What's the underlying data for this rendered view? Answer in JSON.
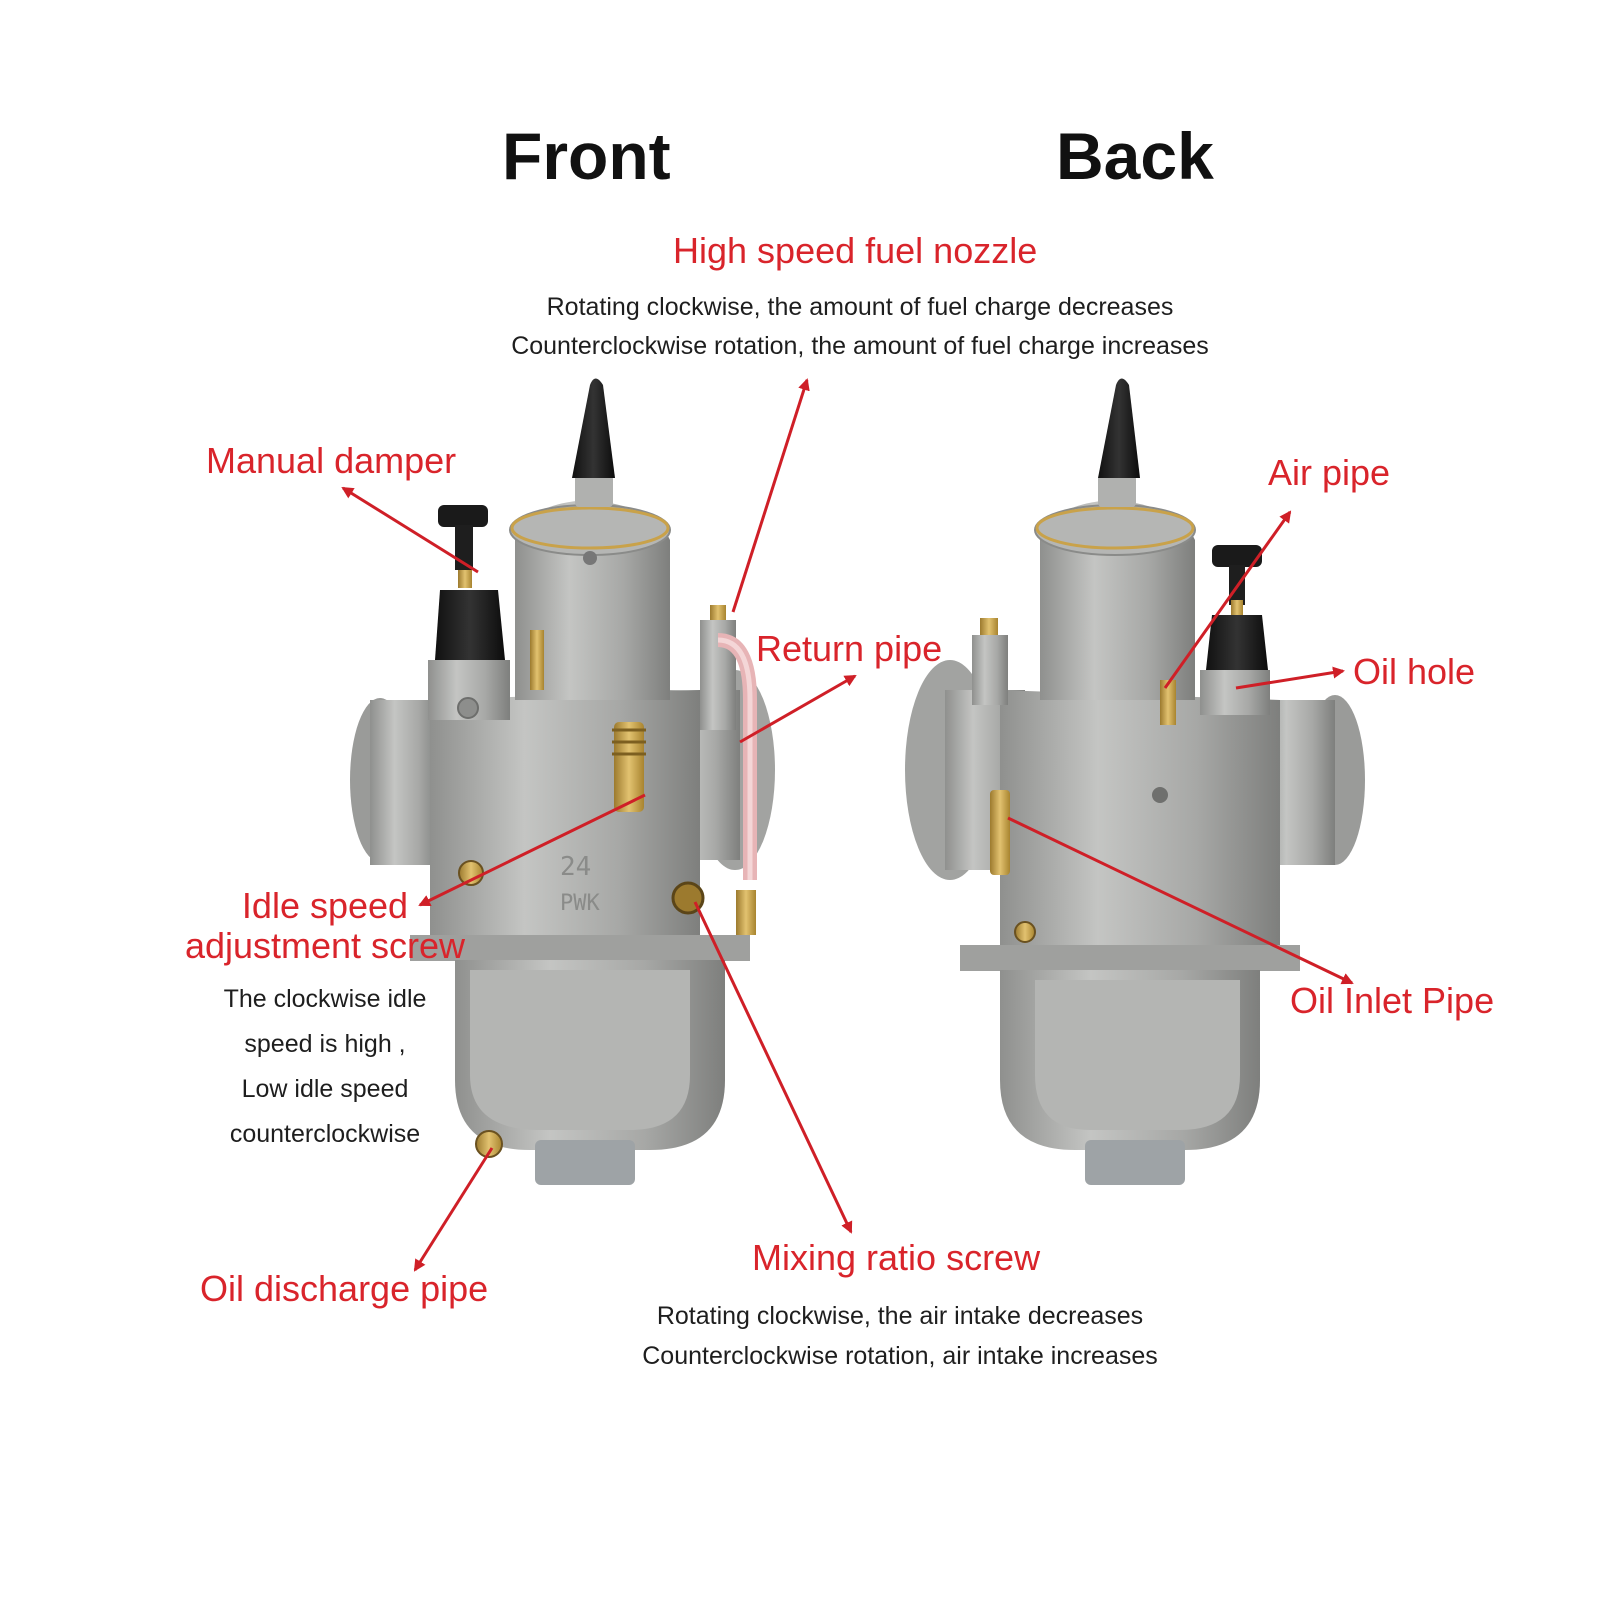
{
  "headings": {
    "front": "Front",
    "back": "Back"
  },
  "labels": {
    "high_speed_fuel_nozzle": {
      "title": "High speed fuel nozzle",
      "line1": "Rotating clockwise, the amount of fuel charge decreases",
      "line2": "Counterclockwise rotation, the amount of fuel charge increases"
    },
    "manual_damper": {
      "title": "Manual damper"
    },
    "return_pipe": {
      "title": "Return pipe"
    },
    "air_pipe": {
      "title": "Air pipe"
    },
    "oil_hole": {
      "title": "Oil hole"
    },
    "idle_speed_adjustment_screw": {
      "title1": "Idle speed",
      "title2": "adjustment screw",
      "line1": "The clockwise idle",
      "line2": "speed is high ,",
      "line3": "Low  idle speed",
      "line4": "counterclockwise"
    },
    "oil_inlet_pipe": {
      "title": "Oil Inlet Pipe"
    },
    "mixing_ratio_screw": {
      "title": "Mixing ratio screw",
      "line1": "Rotating clockwise, the air intake decreases",
      "line2": "Counterclockwise rotation, air intake increases"
    },
    "oil_discharge_pipe": {
      "title": "Oil discharge pipe"
    }
  },
  "colors": {
    "label_red": "#d9242b",
    "body_metal": "#a9aaa8",
    "brass": "#c9a24a",
    "rubber": "#1b1b1b"
  }
}
